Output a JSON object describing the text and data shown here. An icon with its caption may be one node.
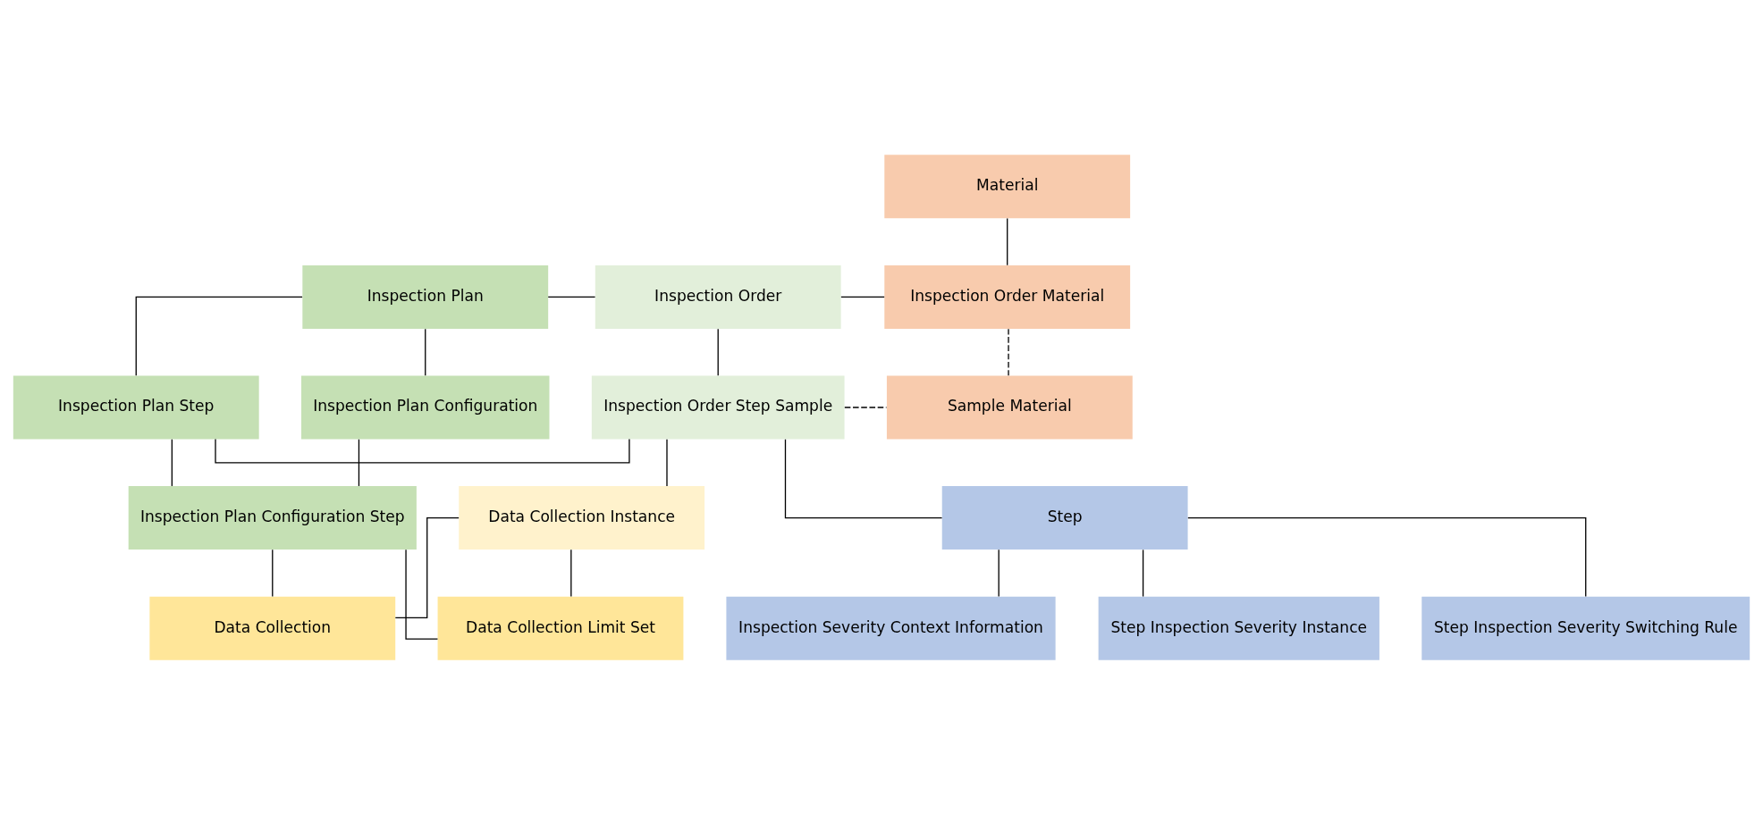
{
  "diagram": {
    "nodes": [
      {
        "text": [
          "Material"
        ]
      },
      {
        "text": [
          "Inspection Plan"
        ]
      },
      {
        "text": [
          "Inspection Order"
        ]
      },
      {
        "text": [
          "Inspection Order Material"
        ]
      },
      {
        "text": [
          "Inspection Plan Configuration"
        ]
      },
      {
        "text": [
          "Inspection Plan Step"
        ]
      },
      {
        "text": [
          "Inspection Order Step Sample"
        ]
      },
      {
        "text": [
          "Sample Material"
        ]
      },
      {
        "text": [
          "Inspection Plan Configuration Step"
        ]
      },
      {
        "text": [
          "Data Collection Instance"
        ]
      },
      {
        "text": [
          "Step"
        ]
      },
      {
        "text": [
          "Data Collection"
        ]
      },
      {
        "text": [
          "Inspection Severity Context Information"
        ]
      },
      {
        "text": [
          "Step Inspection Severity Instance"
        ]
      },
      {
        "text": [
          "Step Inspection Severity Switching Rule"
        ]
      },
      {
        "text": [
          "Data Collection Limit Set"
        ]
      }
    ],
    "edges": [
      {
        "from": 0,
        "to": 3,
        "arrow": "none"
      },
      {
        "from": 1,
        "to": 2,
        "arrow": "none"
      },
      {
        "from": 2,
        "to": 3,
        "arrow": "none"
      },
      {
        "from": 1,
        "to": 4,
        "arrow": "none"
      },
      {
        "from": 1,
        "to": 5,
        "arrow": "none"
      },
      {
        "from": 2,
        "to": 6,
        "arrow": "none"
      },
      {
        "from": 3,
        "to": 7,
        "arrow": "none",
        "style": "dashed"
      },
      {
        "from": 5,
        "to": 6,
        "arrow": "none"
      },
      {
        "from": 6,
        "to": 7,
        "arrow": "none",
        "style": "dashed"
      },
      {
        "from": 6,
        "to": 10,
        "arrow": "none"
      },
      {
        "from": 6,
        "to": 9,
        "arrow": "none"
      },
      {
        "from": 4,
        "to": 8,
        "arrow": "none"
      },
      {
        "from": 5,
        "to": 8,
        "arrow": "none"
      },
      {
        "from": 8,
        "to": 11,
        "arrow": "none"
      },
      {
        "from": 8,
        "to": 15,
        "arrow": "none"
      },
      {
        "from": 9,
        "to": 11,
        "arrow": "none"
      },
      {
        "from": 9,
        "to": 15,
        "arrow": "none"
      },
      {
        "from": 10,
        "to": 12,
        "arrow": "none"
      },
      {
        "from": 10,
        "to": 13,
        "arrow": "none"
      },
      {
        "from": 10,
        "to": 14,
        "arrow": "none"
      }
    ]
  }
}
